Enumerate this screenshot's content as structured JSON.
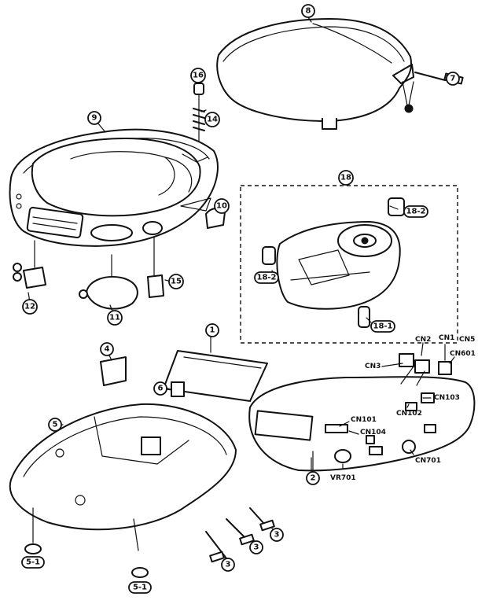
{
  "callouts": {
    "c8": "8",
    "c9": "9",
    "c16": "16",
    "c14": "14",
    "c7": "7",
    "c10": "10",
    "c18": "18",
    "c182a": "18-2",
    "c182b": "18-2",
    "c181": "18-1",
    "c12": "12",
    "c11": "11",
    "c15": "15",
    "c1": "1",
    "c4": "4",
    "c6": "6",
    "c5": "5",
    "c2": "2",
    "c3a": "3",
    "c3b": "3",
    "c3c": "3",
    "c51a": "5-1",
    "c51b": "5-1"
  },
  "components": {
    "cn2": "CN2",
    "cn1": "CN1",
    "cn5": "CN5",
    "cn601": "CN601",
    "cn3": "CN3",
    "cn103": "CN103",
    "cn102": "CN102",
    "cn101": "CN101",
    "cn104": "CN104",
    "cn701": "CN701",
    "vr701": "VR701"
  }
}
